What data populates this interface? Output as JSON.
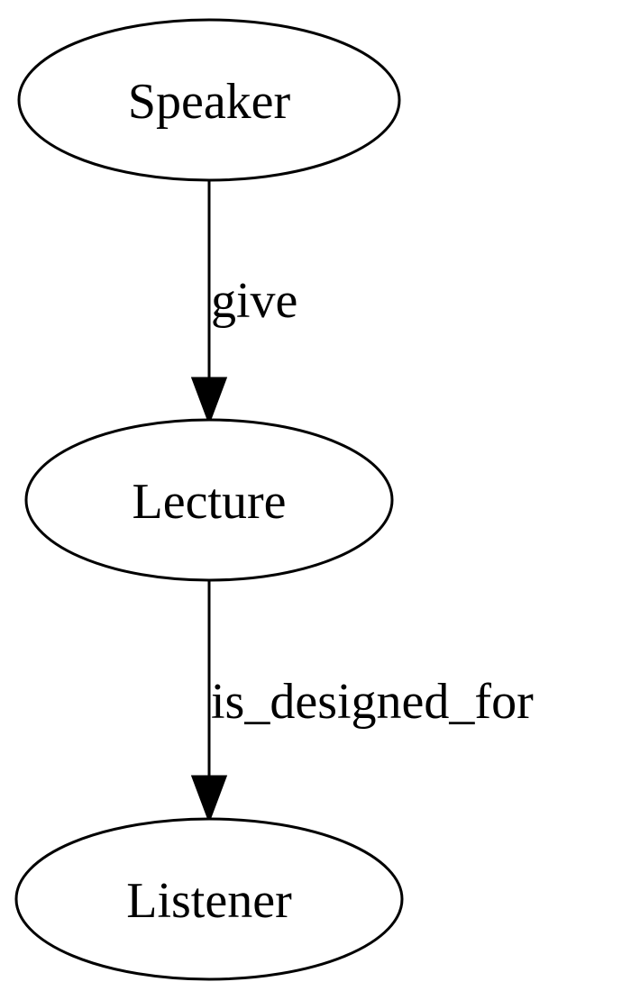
{
  "diagram": {
    "type": "directed-graph",
    "nodes": [
      {
        "id": "speaker",
        "label": "Speaker"
      },
      {
        "id": "lecture",
        "label": "Lecture"
      },
      {
        "id": "listener",
        "label": "Listener"
      }
    ],
    "edges": [
      {
        "from": "speaker",
        "to": "lecture",
        "label": "give"
      },
      {
        "from": "lecture",
        "to": "listener",
        "label": "is_designed_for"
      }
    ]
  }
}
